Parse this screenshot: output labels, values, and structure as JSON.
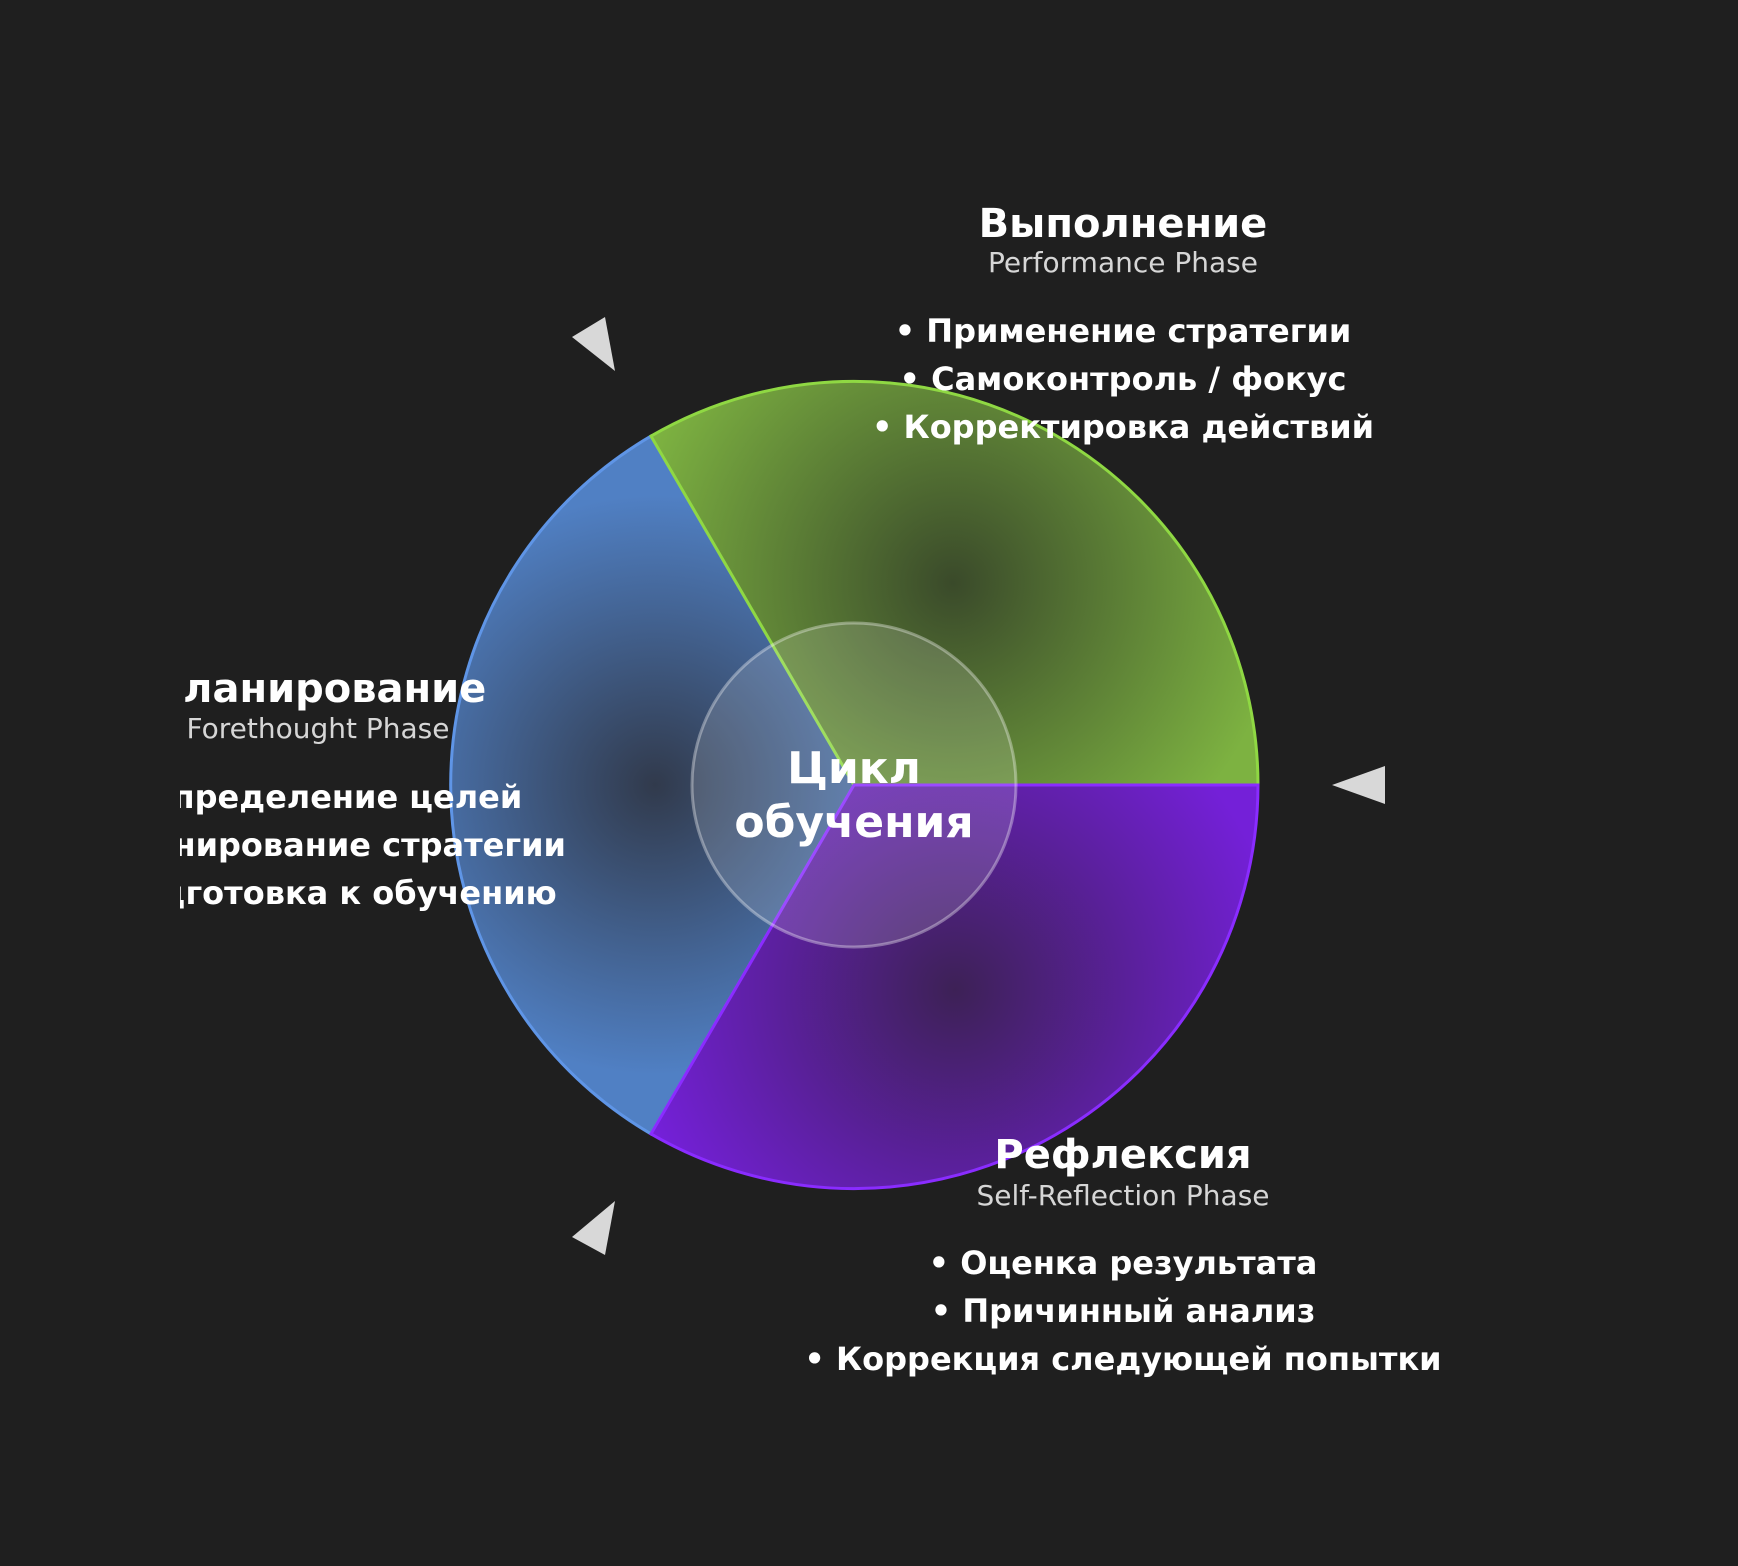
{
  "diagram": {
    "center_label_line1": "Цикл",
    "center_label_line2": "обучения",
    "phases": {
      "performance": {
        "title": "Выполнение",
        "subtitle": "Performance Phase",
        "items": [
          "• Применение стратегии",
          "• Самоконтроль / фокус",
          "• Корректировка действий"
        ],
        "color": "#7db241",
        "stroke": "#8fd843"
      },
      "forethought": {
        "title": "Планирование",
        "subtitle": "Forethought Phase",
        "items": [
          "• Определение целей",
          "• Планирование стратегии",
          "• Подготовка к обучению"
        ],
        "color": "#4e78b8",
        "stroke": "#5f95e6"
      },
      "reflection": {
        "title": "Рефлексия",
        "subtitle": "Self-Reflection Phase",
        "items": [
          "• Оценка результата",
          "• Причинный анализ",
          "• Коррекция следующей попытки"
        ],
        "color": "#7421d4",
        "stroke": "#8a2cff"
      }
    },
    "background": "#1f1f1f",
    "arrow_color": "#d8d8d8"
  }
}
